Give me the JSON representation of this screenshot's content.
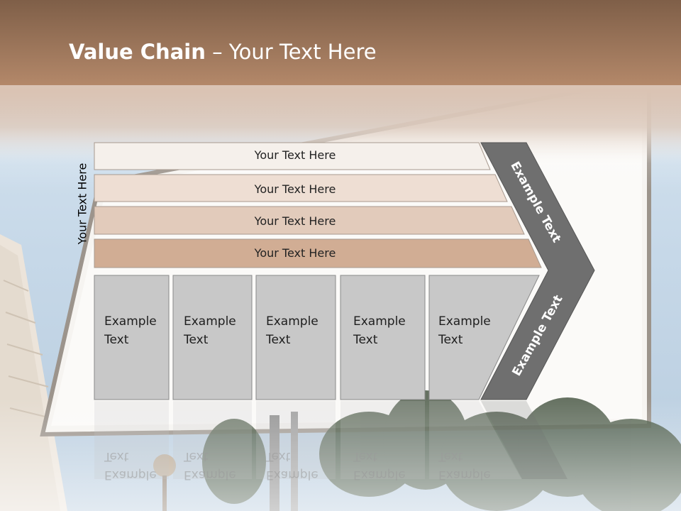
{
  "slide": {
    "title_bold": "Value Chain",
    "title_rest": " – Your Text Here",
    "vertical_label": "Your Text Here",
    "rows": [
      "Your Text Here",
      "Your Text Here",
      "Your Text Here",
      "Your Text Here"
    ],
    "cells": [
      {
        "line1": "Example",
        "line2": "Text"
      },
      {
        "line1": "Example",
        "line2": "Text"
      },
      {
        "line1": "Example",
        "line2": "Text"
      },
      {
        "line1": "Example",
        "line2": "Text"
      },
      {
        "line1": "Example",
        "line2": "Text"
      }
    ],
    "chevron_upper": "Example Text",
    "chevron_lower": "Example Text"
  },
  "colors": {
    "header_brown": "#b48462",
    "row1": "#f5f0eb",
    "row2": "#eeded3",
    "row3": "#e2cbbb",
    "row4": "#d1ad94",
    "cell_gray": "#c8c8c8",
    "chevron_gray": "#6f6f6f"
  }
}
